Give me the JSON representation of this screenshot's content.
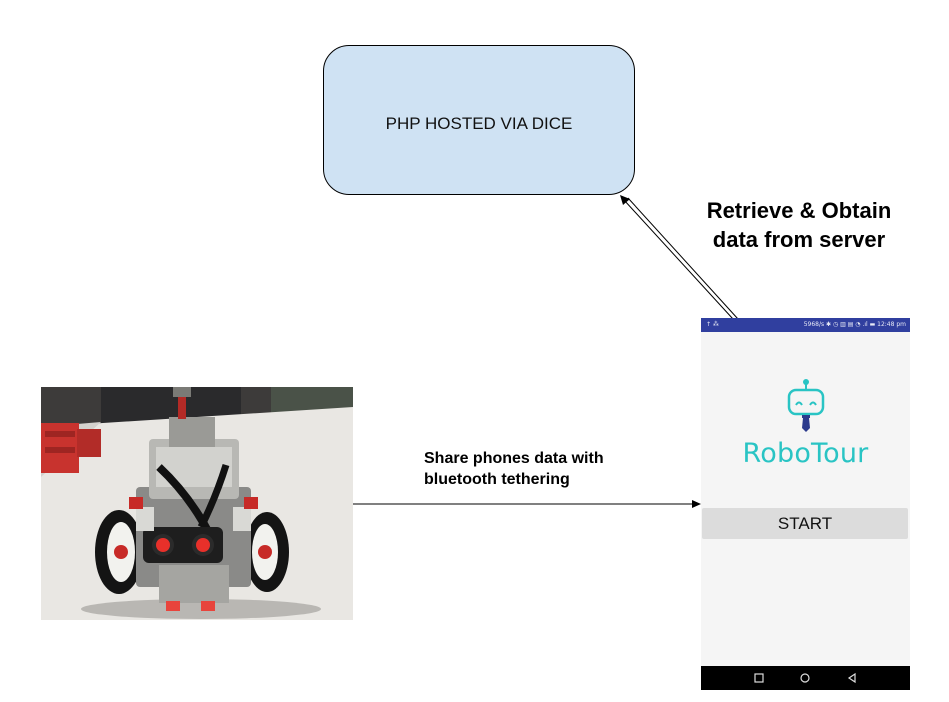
{
  "diagram": {
    "server_label": "PHP HOSTED VIA DICE",
    "retrieve_label": "Retrieve & Obtain data from server",
    "share_label": "Share phones data with bluetooth tethering"
  },
  "phone": {
    "status_left": "↑ ⁂",
    "status_right": "5968/s ✱ ◷ ▥ ▤ ◔ .ıl ▬ 12:48 pm",
    "app_name": "RoboTour",
    "start_label": "START",
    "brand_color": "#29c4c4",
    "status_bar_color": "#303f9f"
  },
  "photo": {
    "description_icon": "lego-robot-photo"
  }
}
